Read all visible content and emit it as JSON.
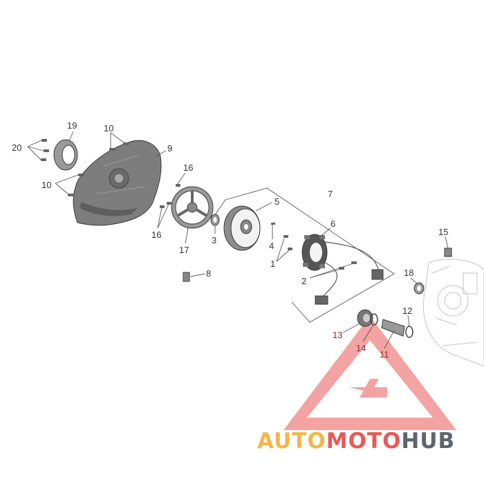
{
  "callouts": {
    "c1": "1",
    "c2": "2",
    "c3": "3",
    "c4": "4",
    "c5": "5",
    "c6": "6",
    "c7": "7",
    "c8": "8",
    "c9": "9",
    "c10a": "10",
    "c10b": "10",
    "c11": "11",
    "c12": "12",
    "c13": "13",
    "c14": "14",
    "c15": "15",
    "c16a": "16",
    "c16b": "16",
    "c17": "17",
    "c18": "18",
    "c19": "19",
    "c20": "20"
  },
  "watermark": {
    "word_auto": "AUTO",
    "word_moto": "MOTO",
    "word_hub": "HUB",
    "colors": {
      "auto": "#f3b64a",
      "moto": "#e85a55",
      "hub": "#5b6670",
      "triangle": "#f08080"
    }
  }
}
